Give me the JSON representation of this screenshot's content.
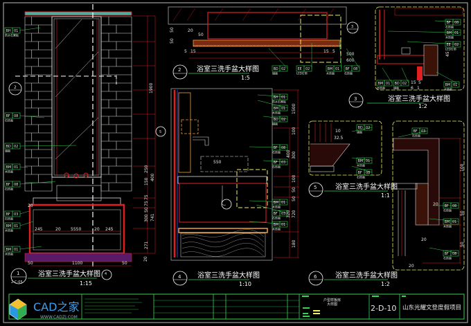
{
  "colors": {
    "background": "#000000",
    "frame": "#e8e8e8",
    "accent_green": "#39d353",
    "red": "#e02020",
    "yellow": "#f0f060",
    "magenta": "#b020b0"
  },
  "views": [
    {
      "number": "1",
      "title": "浴室三洗手盆大样图",
      "scale": "1:15",
      "ref": "2-C-05"
    },
    {
      "number": "2",
      "title": "浴室三洗手盆大样图",
      "scale": "1:5"
    },
    {
      "number": "3",
      "title": "浴室三洗手盆大样图",
      "scale": "1:2"
    },
    {
      "number": "4",
      "title": "浴室三洗手盆大样图",
      "scale": "1:10"
    },
    {
      "number": "5",
      "title": "浴室三洗手盆大样图",
      "scale": "1:1"
    },
    {
      "number": "6",
      "title": "浴室三洗手盆大样图",
      "scale": "1:2"
    }
  ],
  "section_marks": {
    "s2": "2",
    "s3": "3",
    "s4": "4",
    "s5": "5",
    "s6": "6"
  },
  "tags": [
    {
      "code": "BH",
      "num": "01",
      "label": "防水石膏板"
    },
    {
      "code": "BF",
      "num": "08",
      "label": "石饰面"
    },
    {
      "code": "BD",
      "num": "02",
      "label": "镜面"
    },
    {
      "code": "BM",
      "num": "01",
      "label": "木饰面"
    },
    {
      "code": "BF",
      "num": "08",
      "label": "石饰面"
    },
    {
      "code": "BF",
      "num": "03",
      "label": "石饰面"
    },
    {
      "code": "BM",
      "num": "01",
      "label": "木饰面"
    },
    {
      "code": "BM",
      "num": "01",
      "label": "木饰面"
    },
    {
      "code": "BD",
      "num": "02",
      "label": "镜面"
    },
    {
      "code": "EE",
      "num": "02",
      "label": "LED灯带"
    },
    {
      "code": "BM",
      "num": "01",
      "label": "木饰面"
    },
    {
      "code": "BF",
      "num": "08",
      "label": "石饰面"
    },
    {
      "code": "BF",
      "num": "08",
      "label": "石饰面"
    },
    {
      "code": "BM",
      "num": "01",
      "label": "木饰面"
    },
    {
      "code": "EE",
      "num": "02",
      "label": "LED灯带"
    },
    {
      "code": "BM",
      "num": "01",
      "label": "木饰面"
    },
    {
      "code": "BD",
      "num": "02",
      "label": "镜面"
    },
    {
      "code": "BM",
      "num": "01",
      "label": "木饰面"
    },
    {
      "code": "BH",
      "num": "01",
      "label": "防水石膏板"
    },
    {
      "code": "BM",
      "num": "01",
      "label": "木饰面"
    },
    {
      "code": "BD",
      "num": "02",
      "label": "镜面"
    },
    {
      "code": "BF",
      "num": "08",
      "label": "石饰面"
    },
    {
      "code": "BF",
      "num": "03",
      "label": "石饰面"
    },
    {
      "code": "BM",
      "num": "01",
      "label": "木饰面"
    },
    {
      "code": "BF",
      "num": "03",
      "label": "石饰面"
    },
    {
      "code": "BM",
      "num": "01",
      "label": "木饰面"
    },
    {
      "code": "BD",
      "num": "02",
      "label": "镜面"
    },
    {
      "code": "BM",
      "num": "01",
      "label": "木饰面"
    },
    {
      "code": "BF",
      "num": "08",
      "label": "石饰面"
    },
    {
      "code": "BF",
      "num": "03",
      "label": "石饰面"
    },
    {
      "code": "BF",
      "num": "08",
      "label": "石饰面"
    },
    {
      "code": "BM",
      "num": "01",
      "label": "木饰面"
    },
    {
      "code": "BF",
      "num": "08",
      "label": "石饰面"
    }
  ],
  "dims": {
    "v1": [
      "1900",
      "400",
      "250",
      "150",
      "75",
      "75",
      "50",
      "300",
      "741",
      "20",
      "271",
      "245",
      "20",
      "5550",
      "20",
      "245",
      "1100",
      "50",
      "50",
      "20"
    ],
    "v2": [
      "500",
      "600",
      "50",
      "50",
      "20",
      "50",
      "5",
      "15",
      "5",
      "15"
    ],
    "v3": [
      "45",
      "15",
      "5",
      "6",
      "1"
    ],
    "v4": [
      "1500",
      "100",
      "400",
      "300",
      "100",
      "50",
      "50",
      "320",
      "720",
      "180",
      "550"
    ],
    "v5": [
      "10",
      "32.5"
    ],
    "v6": [
      "100",
      "50",
      "50",
      "20",
      "20",
      "20"
    ]
  },
  "title_block": {
    "logo_text": "CAD之家",
    "logo_url": "WWW.CADZJ.COM",
    "drawing_name_1": "户型样板房",
    "drawing_name_2": "大样图",
    "drawing_number": "2-D-10",
    "project_name": "山东光耀文登度假项目"
  }
}
